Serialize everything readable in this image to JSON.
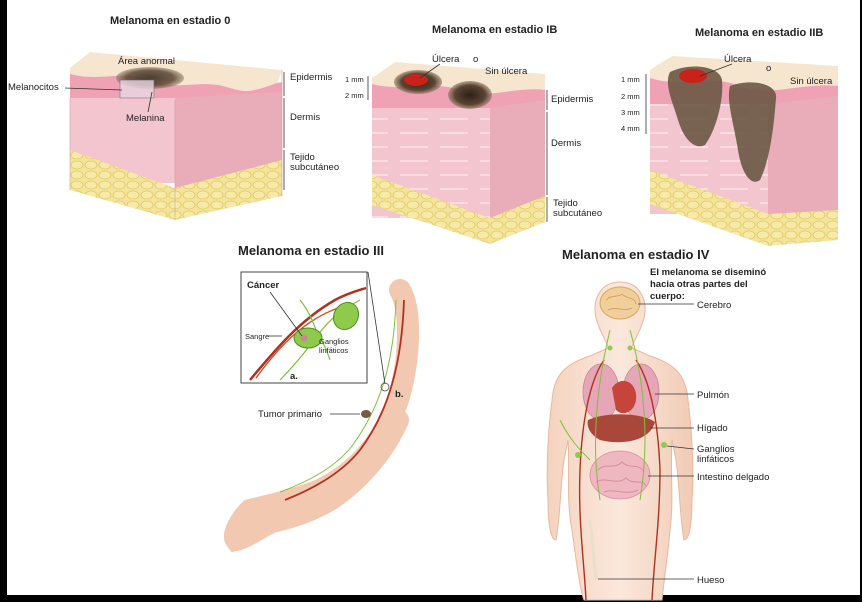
{
  "panels": {
    "stage0": {
      "title": "Melanoma en estadio 0",
      "abnormal_area": "Área anormal",
      "melanocytes": "Melanocitos",
      "melanin": "Melanina",
      "epidermis": "Epidermis",
      "dermis": "Dermis",
      "subcutaneous_1": "Tejido",
      "subcutaneous_2": "subcutáneo"
    },
    "stageIB": {
      "title": "Melanoma en estadio IB",
      "ulcer": "Úlcera",
      "or": "o",
      "no_ulcer": "Sin úlcera",
      "mm1": "1 mm",
      "mm2": "2 mm",
      "epidermis": "Epidermis",
      "dermis": "Dermis",
      "subcutaneous_1": "Tejido",
      "subcutaneous_2": "subcutáneo"
    },
    "stageIIB": {
      "title": "Melanoma en estadio IIB",
      "ulcer": "Úlcera",
      "or": "o",
      "no_ulcer": "Sin úlcera",
      "mm1": "1 mm",
      "mm2": "2 mm",
      "mm3": "3 mm",
      "mm4": "4 mm"
    },
    "stageIII": {
      "title": "Melanoma en estadio III",
      "cancer": "Cáncer",
      "blood": "Sangre",
      "lymph_1": "Ganglios",
      "lymph_2": "linfáticos",
      "label_a": "a.",
      "label_b": "b.",
      "primary_tumor": "Tumor primario"
    },
    "stageIV": {
      "title": "Melanoma en estadio IV",
      "note_1": "El melanoma se diseminó",
      "note_2": "hacia otras partes del",
      "note_3": "cuerpo:",
      "brain": "Cerebro",
      "lung": "Pulmón",
      "liver": "Hígado",
      "lymph_1": "Ganglios",
      "lymph_2": "linfáticos",
      "intestine": "Intestino delgado",
      "bone": "Hueso"
    }
  },
  "colors": {
    "skin_top": "#f6e6cf",
    "epidermis": "#f2a7b6",
    "dermis": "#f3c6cf",
    "dermis_side": "#e8a9b6",
    "fat": "#f2df85",
    "tumor": "#4a3a2c",
    "ulcer": "#c8221a",
    "vessel": "#b0321e",
    "lymph": "#7fbf3a"
  }
}
